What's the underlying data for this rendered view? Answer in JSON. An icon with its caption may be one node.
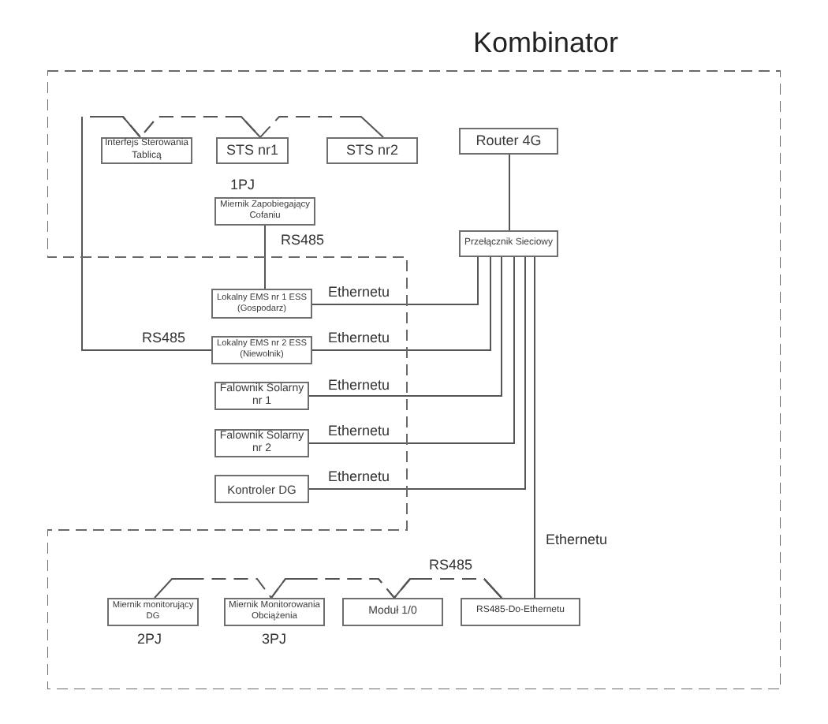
{
  "diagram": {
    "nodes": [
      {
        "text": [
          "Kombinator"
        ]
      },
      {
        "text": [
          "Interfejs Sterowania Tablicą"
        ],
        "in": 0
      },
      {
        "text": [
          "STS nr1"
        ],
        "in": 0
      },
      {
        "text": [
          "STS nr2"
        ],
        "in": 0
      },
      {
        "text": [
          "Router 4G"
        ],
        "in": 0
      },
      {
        "text": [
          "Miernik Zapobiegający Cofaniu"
        ],
        "in": 0,
        "beside": [
          "1PJ"
        ]
      },
      {
        "text": [
          "Przełącznik Sieciowy"
        ],
        "in": 0
      },
      {
        "text": [
          "Lokalny EMS nr 1 ESS (Gospodarz)"
        ]
      },
      {
        "text": [
          "Lokalny EMS nr 2 ESS (Niewolnik)"
        ]
      },
      {
        "text": [
          "Falownik Solarny nr 1"
        ]
      },
      {
        "text": [
          "Falownik Solarny nr 2"
        ]
      },
      {
        "text": [
          "Kontroler DG"
        ]
      },
      {
        "text": [
          "Miernik monitorujący DG"
        ],
        "in": 0,
        "beside": [
          "2PJ"
        ]
      },
      {
        "text": [
          "Miernik Monitorowania Obciążenia"
        ],
        "in": 0,
        "beside": [
          "3PJ"
        ]
      },
      {
        "text": [
          "Moduł 1/0"
        ],
        "in": 0
      },
      {
        "text": [
          "RS485-Do-Ethernetu"
        ],
        "in": 0
      }
    ],
    "edges": [
      {
        "from": 5,
        "to": 7,
        "arrow": "none",
        "label": "RS485"
      },
      {
        "from": 8,
        "to": 1,
        "arrow": "none",
        "style": "dashed",
        "label": "RS485"
      },
      {
        "from": 8,
        "to": 2,
        "arrow": "none",
        "style": "dashed"
      },
      {
        "from": 8,
        "to": 3,
        "arrow": "none",
        "style": "dashed"
      },
      {
        "from": 4,
        "to": 6,
        "arrow": "none"
      },
      {
        "from": 6,
        "to": 7,
        "arrow": "none",
        "label": "Ethernetu"
      },
      {
        "from": 6,
        "to": 8,
        "arrow": "none",
        "label": "Ethernetu"
      },
      {
        "from": 6,
        "to": 9,
        "arrow": "none",
        "label": "Ethernetu"
      },
      {
        "from": 6,
        "to": 10,
        "arrow": "none",
        "label": "Ethernetu"
      },
      {
        "from": 6,
        "to": 11,
        "arrow": "none",
        "label": "Ethernetu"
      },
      {
        "from": 6,
        "to": 15,
        "arrow": "none",
        "label": "Ethernetu"
      },
      {
        "from": 12,
        "to": 15,
        "arrow": "none",
        "style": "dashed",
        "label": "RS485"
      },
      {
        "from": 13,
        "to": 15,
        "arrow": "none",
        "style": "dashed"
      },
      {
        "from": 14,
        "to": 15,
        "arrow": "none",
        "style": "dashed"
      }
    ]
  }
}
